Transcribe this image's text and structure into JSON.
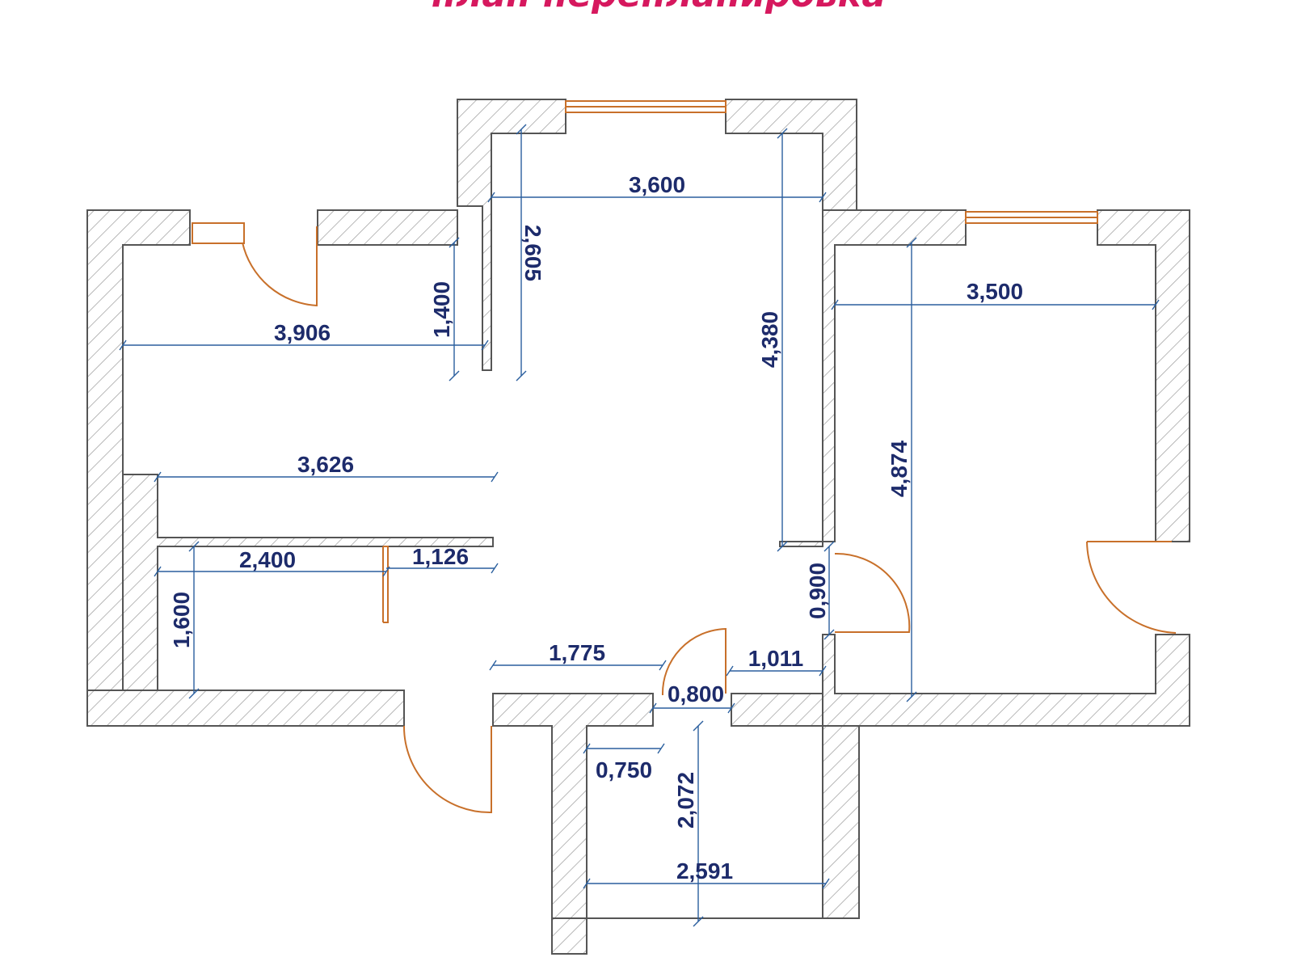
{
  "title": "план перепланировка",
  "colors": {
    "title": "#d6185e",
    "wall": "#555555",
    "hatch": "#9a9a9a",
    "dimension_line": "#2b5f9e",
    "dimension_text": "#1d2b6b",
    "door": "#c8702a",
    "window": "#c8702a"
  },
  "dimensions": {
    "d3906": "3,906",
    "d1400": "1,400",
    "d2605": "2,605",
    "d3600": "3,600",
    "d4380": "4,380",
    "d3500": "3,500",
    "d4874": "4,874",
    "d3626": "3,626",
    "d2400": "2,400",
    "d1126": "1,126",
    "d1600": "1,600",
    "d0900": "0,900",
    "d1775": "1,775",
    "d1011": "1,011",
    "d0800": "0,800",
    "d0750": "0,750",
    "d2072": "2,072",
    "d2591": "2,591"
  }
}
